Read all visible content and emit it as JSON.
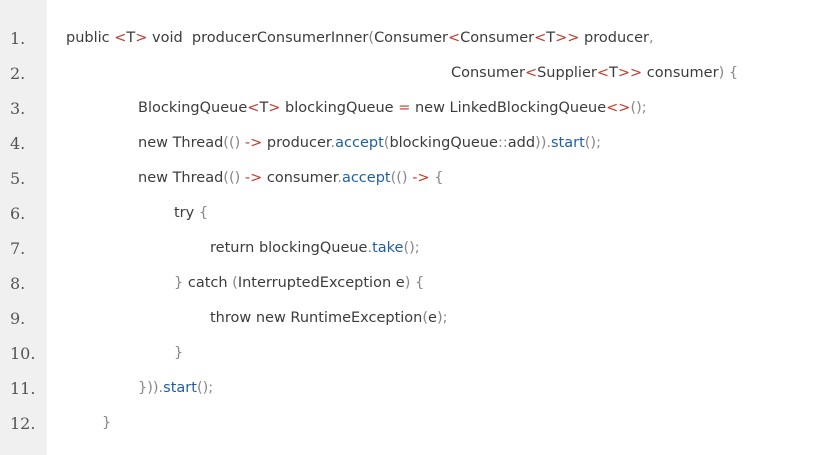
{
  "code_viewer": {
    "colors": {
      "gutter": "#f0f0f0",
      "plain": "#3c3c3c",
      "operator": "#c0392b",
      "method": "#1f5fa8",
      "punct": "#888888"
    },
    "lines": [
      {
        "number": "1.",
        "tokens": [
          {
            "t": "public ",
            "c": "plain"
          },
          {
            "t": "<",
            "c": "red"
          },
          {
            "t": "T",
            "c": "plain"
          },
          {
            "t": ">",
            "c": "red"
          },
          {
            "t": " void  producerConsumerInner",
            "c": "plain"
          },
          {
            "t": "(",
            "c": "gray"
          },
          {
            "t": "Consumer",
            "c": "plain"
          },
          {
            "t": "<",
            "c": "red"
          },
          {
            "t": "Consumer",
            "c": "plain"
          },
          {
            "t": "<",
            "c": "red"
          },
          {
            "t": "T",
            "c": "plain"
          },
          {
            "t": ">>",
            "c": "red"
          },
          {
            "t": " producer",
            "c": "plain"
          },
          {
            "t": ",",
            "c": "gray"
          }
        ]
      },
      {
        "number": "2.",
        "tokens": [
          {
            "t": "Consumer",
            "c": "plain"
          },
          {
            "t": "<",
            "c": "red"
          },
          {
            "t": "Supplier",
            "c": "plain"
          },
          {
            "t": "<",
            "c": "red"
          },
          {
            "t": "T",
            "c": "plain"
          },
          {
            "t": ">>",
            "c": "red"
          },
          {
            "t": " consumer",
            "c": "plain"
          },
          {
            "t": ")",
            "c": "gray"
          },
          {
            "t": " ",
            "c": "plain"
          },
          {
            "t": "{",
            "c": "gray"
          }
        ]
      },
      {
        "number": "3.",
        "tokens": [
          {
            "t": "BlockingQueue",
            "c": "plain"
          },
          {
            "t": "<",
            "c": "red"
          },
          {
            "t": "T",
            "c": "plain"
          },
          {
            "t": ">",
            "c": "red"
          },
          {
            "t": " blockingQueue ",
            "c": "plain"
          },
          {
            "t": "=",
            "c": "red"
          },
          {
            "t": " new LinkedBlockingQueue",
            "c": "plain"
          },
          {
            "t": "<>",
            "c": "red"
          },
          {
            "t": "();",
            "c": "gray"
          }
        ]
      },
      {
        "number": "4.",
        "tokens": [
          {
            "t": "new Thread",
            "c": "plain"
          },
          {
            "t": "(() ",
            "c": "gray"
          },
          {
            "t": "->",
            "c": "red"
          },
          {
            "t": " producer",
            "c": "plain"
          },
          {
            "t": ".",
            "c": "gray"
          },
          {
            "t": "accept",
            "c": "blue"
          },
          {
            "t": "(",
            "c": "gray"
          },
          {
            "t": "blockingQueue",
            "c": "plain"
          },
          {
            "t": "::",
            "c": "gray"
          },
          {
            "t": "add",
            "c": "plain"
          },
          {
            "t": "))",
            "c": "gray"
          },
          {
            "t": ".",
            "c": "gray"
          },
          {
            "t": "start",
            "c": "blue"
          },
          {
            "t": "();",
            "c": "gray"
          }
        ]
      },
      {
        "number": "5.",
        "tokens": [
          {
            "t": "new Thread",
            "c": "plain"
          },
          {
            "t": "(() ",
            "c": "gray"
          },
          {
            "t": "->",
            "c": "red"
          },
          {
            "t": " consumer",
            "c": "plain"
          },
          {
            "t": ".",
            "c": "gray"
          },
          {
            "t": "accept",
            "c": "blue"
          },
          {
            "t": "(() ",
            "c": "gray"
          },
          {
            "t": "->",
            "c": "red"
          },
          {
            "t": " ",
            "c": "plain"
          },
          {
            "t": "{",
            "c": "gray"
          }
        ]
      },
      {
        "number": "6.",
        "tokens": [
          {
            "t": "try ",
            "c": "plain"
          },
          {
            "t": "{",
            "c": "gray"
          }
        ]
      },
      {
        "number": "7.",
        "tokens": [
          {
            "t": "return blockingQueue",
            "c": "plain"
          },
          {
            "t": ".",
            "c": "gray"
          },
          {
            "t": "take",
            "c": "blue"
          },
          {
            "t": "();",
            "c": "gray"
          }
        ]
      },
      {
        "number": "8.",
        "tokens": [
          {
            "t": "}",
            "c": "gray"
          },
          {
            "t": " catch ",
            "c": "plain"
          },
          {
            "t": "(",
            "c": "gray"
          },
          {
            "t": "InterruptedException e",
            "c": "plain"
          },
          {
            "t": ")",
            "c": "gray"
          },
          {
            "t": " ",
            "c": "plain"
          },
          {
            "t": "{",
            "c": "gray"
          }
        ]
      },
      {
        "number": "9.",
        "tokens": [
          {
            "t": "throw new RuntimeException",
            "c": "plain"
          },
          {
            "t": "(",
            "c": "gray"
          },
          {
            "t": "e",
            "c": "plain"
          },
          {
            "t": ");",
            "c": "gray"
          }
        ]
      },
      {
        "number": "10.",
        "tokens": [
          {
            "t": "}",
            "c": "gray"
          }
        ]
      },
      {
        "number": "11.",
        "tokens": [
          {
            "t": "}))",
            "c": "gray"
          },
          {
            "t": ".",
            "c": "gray"
          },
          {
            "t": "start",
            "c": "blue"
          },
          {
            "t": "();",
            "c": "gray"
          }
        ]
      },
      {
        "number": "12.",
        "tokens": [
          {
            "t": "}",
            "c": "gray"
          }
        ]
      }
    ]
  }
}
